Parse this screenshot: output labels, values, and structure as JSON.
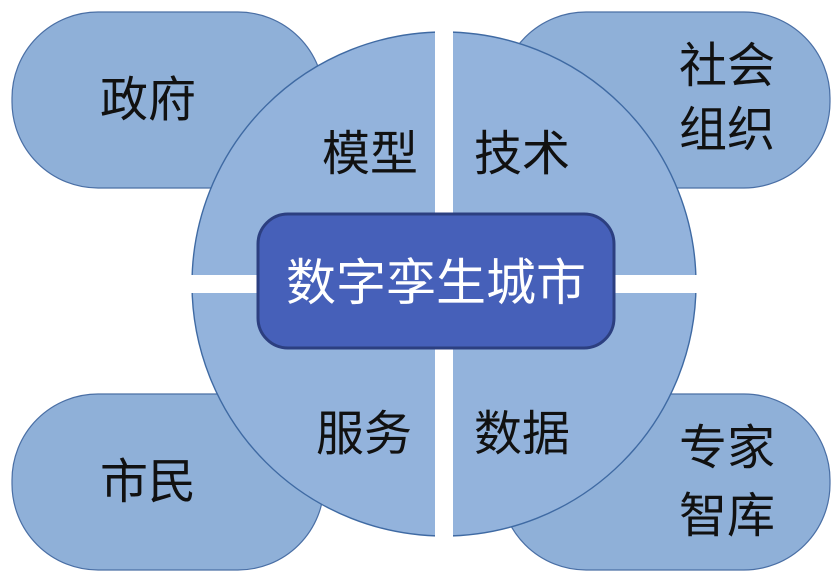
{
  "diagram": {
    "center_label": "数字孪生城市",
    "quadrants": {
      "top_left": "模型",
      "top_right": "技术",
      "bottom_left": "服务",
      "bottom_right": "数据"
    },
    "stakeholders": {
      "top_left": [
        "政府"
      ],
      "top_right": [
        "社会",
        "组织"
      ],
      "bottom_left": [
        "市民"
      ],
      "bottom_right": [
        "专家",
        "智库"
      ]
    },
    "colors": {
      "pill_fill": "#8fb0d8",
      "pill_stroke": "#4a6fa5",
      "circle_fill": "#93b3dc",
      "circle_stroke": "#3f6aa3",
      "center_fill": "#4660b9",
      "center_stroke": "#2c3f80",
      "center_text": "#ffffff",
      "text": "#111111",
      "divider": "#ffffff"
    }
  }
}
